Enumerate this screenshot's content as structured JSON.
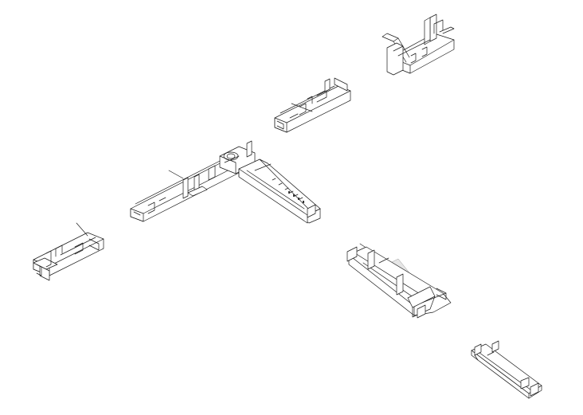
{
  "diagram": {
    "type": "exploded-axonometric-line-drawing",
    "background": "#ffffff",
    "line_color": "#1a1a1a",
    "fragment_count": 6,
    "fragments": [
      {
        "id": "fragment-top-right"
      },
      {
        "id": "fragment-upper-middle"
      },
      {
        "id": "fragment-central-l-shaped"
      },
      {
        "id": "fragment-left"
      },
      {
        "id": "fragment-lower-right"
      },
      {
        "id": "fragment-bottom-right"
      }
    ]
  }
}
